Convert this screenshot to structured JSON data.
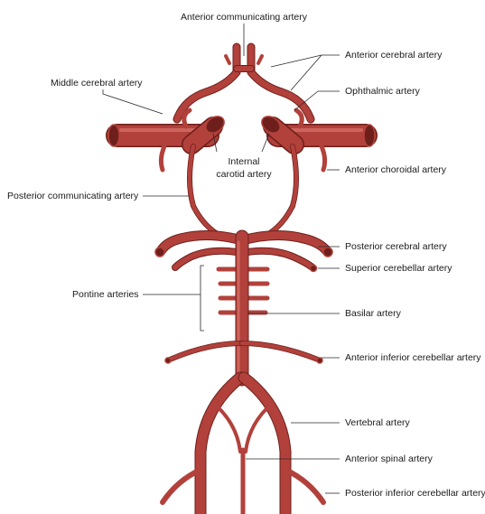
{
  "diagram": {
    "artery_color": "#b2413b",
    "artery_highlight": "#d8756d",
    "artery_outline": "#6e1f1b",
    "labels": {
      "anterior_communicating": "Anterior communicating artery",
      "anterior_cerebral": "Anterior cerebral artery",
      "ophthalmic": "Ophthalmic artery",
      "middle_cerebral": "Middle cerebral artery",
      "internal_carotid_line1": "Internal",
      "internal_carotid_line2": "carotid artery",
      "anterior_choroidal": "Anterior choroidal artery",
      "posterior_communicating": "Posterior communicating artery",
      "posterior_cerebral": "Posterior cerebral artery",
      "superior_cerebellar": "Superior cerebellar artery",
      "pontine": "Pontine arteries",
      "basilar": "Basilar artery",
      "anterior_inferior_cerebellar": "Anterior inferior cerebellar artery",
      "vertebral": "Vertebral artery",
      "anterior_spinal": "Anterior spinal artery",
      "posterior_inferior_cerebellar": "Posterior inferior cerebellar artery"
    }
  }
}
